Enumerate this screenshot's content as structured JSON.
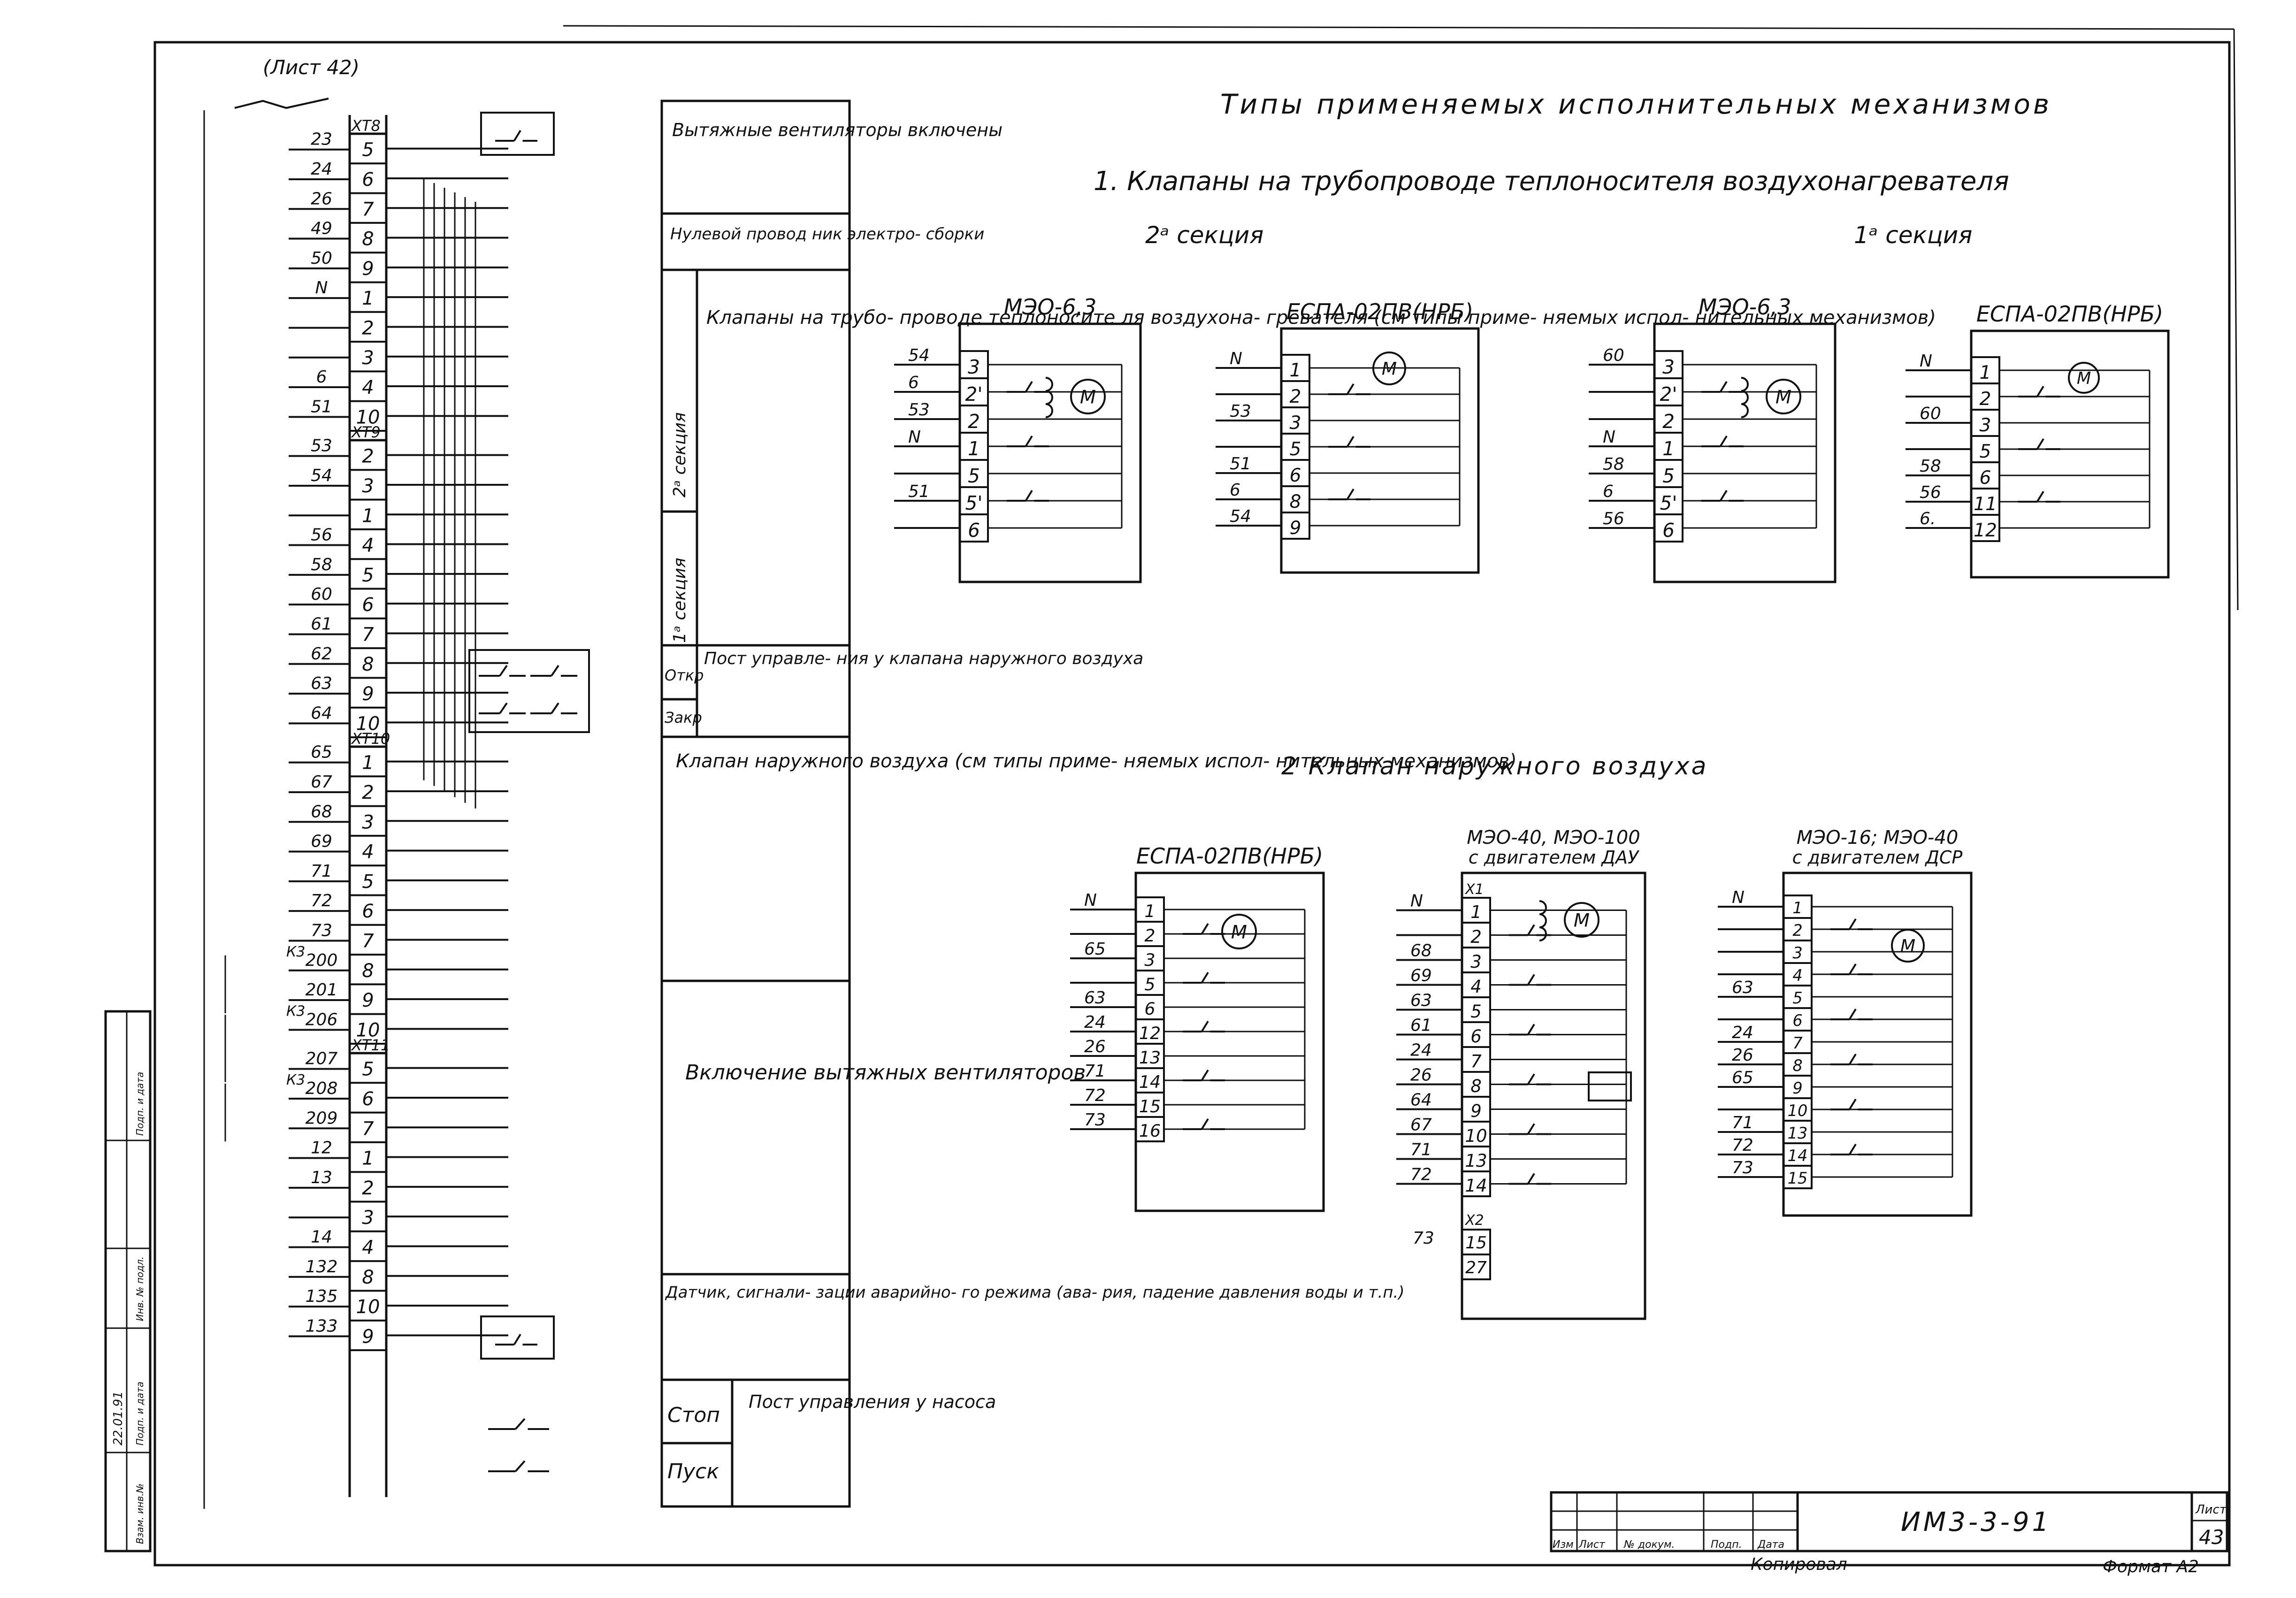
{
  "sheet_ref": "(Лист 42)",
  "title": "Типы применяемых исполнительных механизмов",
  "section1": {
    "title": "1. Клапаны на трубопроводе теплоносителя воздухонагревателя",
    "left_label": "2ᵃ секция",
    "right_label": "1ᵃ секция"
  },
  "section2": {
    "title": "2 Клапан наружного воздуха"
  },
  "blocks": {
    "b1": {
      "label": "МЭО-6,3",
      "terms": [
        "3",
        "2'",
        "2",
        "1",
        "5",
        "5'",
        "6"
      ],
      "wires": [
        "54",
        "6",
        "53",
        "N",
        "",
        "51",
        ""
      ]
    },
    "b2": {
      "label": "ЕСПА-02ПВ(НРБ)",
      "terms": [
        "1",
        "2",
        "3",
        "5",
        "6",
        "8",
        "9"
      ],
      "wires": [
        "N",
        "",
        "53",
        "",
        "51",
        "6",
        "54"
      ]
    },
    "b3": {
      "label": "МЭО-6,3",
      "terms": [
        "3",
        "2'",
        "2",
        "1",
        "5",
        "5'",
        "6"
      ],
      "wires": [
        "60",
        "",
        "",
        "N",
        "58",
        "6",
        "56"
      ]
    },
    "b4": {
      "label": "ЕСПА-02ПВ(НРБ)",
      "terms": [
        "1",
        "2",
        "3",
        "5",
        "6",
        "11",
        "12"
      ],
      "wires": [
        "N",
        "",
        "60",
        "",
        "58",
        "56",
        "6."
      ]
    },
    "b5": {
      "label": "ЕСПА-02ПВ(НРБ)",
      "terms": [
        "1",
        "2",
        "3",
        "5",
        "6",
        "12",
        "13",
        "14",
        "15",
        "16"
      ],
      "wires": [
        "N",
        "",
        "65",
        "",
        "63",
        "24",
        "26",
        "71",
        "72",
        "73"
      ]
    },
    "b6": {
      "label1": "МЭО-40, МЭО-100",
      "label2": "с двигателем ДАУ",
      "x1": "X1",
      "x2": "X2",
      "terms": [
        "1",
        "2",
        "3",
        "4",
        "5",
        "6",
        "7",
        "8",
        "9",
        "10",
        "13",
        "14"
      ],
      "wires": [
        "N",
        "",
        "68",
        "69",
        "63",
        "61",
        "24",
        "26",
        "64",
        "67",
        "71",
        "72"
      ],
      "terms2": [
        "15",
        "27"
      ],
      "wires2": [
        "73",
        ""
      ]
    },
    "b7": {
      "label1": "МЭО-16; МЭО-40",
      "label2": "с двигателем ДСР",
      "terms": [
        "1",
        "2",
        "3",
        "4",
        "5",
        "6",
        "7",
        "8",
        "9",
        "10",
        "13",
        "14",
        "15"
      ],
      "wires": [
        "N",
        "",
        "",
        "",
        "63",
        "",
        "24",
        "26",
        "65",
        "",
        "71",
        "72",
        "73"
      ]
    }
  },
  "strip": {
    "xt8": "XT8",
    "xt9": "XT9",
    "xt10": "XT10",
    "xt11": "XT11",
    "rows": [
      {
        "w": "23",
        "t": "5"
      },
      {
        "w": "24",
        "t": "6"
      },
      {
        "w": "26",
        "t": "7"
      },
      {
        "w": "49",
        "t": "8"
      },
      {
        "w": "50",
        "t": "9"
      },
      {
        "w": "N",
        "t": "1"
      },
      {
        "w": "",
        "t": "2"
      },
      {
        "w": "",
        "t": "3"
      },
      {
        "w": "6",
        "t": "4"
      },
      {
        "w": "51",
        "t": "10"
      },
      {
        "w": "53",
        "t": "2"
      },
      {
        "w": "54",
        "t": "3"
      },
      {
        "w": "",
        "t": "1"
      },
      {
        "w": "56",
        "t": "4"
      },
      {
        "w": "58",
        "t": "5"
      },
      {
        "w": "60",
        "t": "6"
      },
      {
        "w": "61",
        "t": "7"
      },
      {
        "w": "62",
        "t": "8"
      },
      {
        "w": "63",
        "t": "9"
      },
      {
        "w": "64",
        "t": "10"
      },
      {
        "w": "65",
        "t": "1"
      },
      {
        "w": "67",
        "t": "2"
      },
      {
        "w": "68",
        "t": "3"
      },
      {
        "w": "69",
        "t": "4"
      },
      {
        "w": "71",
        "t": "5"
      },
      {
        "w": "72",
        "t": "6"
      },
      {
        "w": "73",
        "t": "7"
      },
      {
        "w": "200",
        "t": "8"
      },
      {
        "w": "201",
        "t": "9"
      },
      {
        "w": "206",
        "t": "10"
      },
      {
        "w": "207",
        "t": "5"
      },
      {
        "w": "208",
        "t": "6"
      },
      {
        "w": "209",
        "t": "7"
      },
      {
        "w": "12",
        "t": "1"
      },
      {
        "w": "13",
        "t": "2"
      },
      {
        "w": "",
        "t": "3"
      },
      {
        "w": "14",
        "t": "4"
      },
      {
        "w": "132",
        "t": "8"
      },
      {
        "w": "135",
        "t": "10"
      },
      {
        "w": "133",
        "t": "9"
      }
    ],
    "k3": "К3"
  },
  "legend": {
    "c1": "Вытяжные вентиляторы включены",
    "c2": "Нулевой провод ник электро- сборки",
    "c3": "Клапаны на трубо- проводе теплоносите ля воздухона- гревателя (см типы приме- няемых испол- нительных механизмов)",
    "c3_side_a": "2ᵃ секция",
    "c3_side_b": "1ᵃ секция",
    "c4": "Пост управле- ния у клапана наружного воздуха",
    "c4_open": "Откр",
    "c4_close": "Закр",
    "c5": "Клапан наружного воздуха (см типы приме- няемых испол- нительных механизмов)",
    "c6": "Включение вытяжных вентиляторов",
    "c7": "Датчик, сигнали- зации аварийно- го режима (ава- рия, падение давления воды и т.п.)",
    "c8_stop": "Стоп",
    "c8_start": "Пуск",
    "c8": "Пост управления у насоса"
  },
  "stamp": {
    "doc_code": "ИМ3-3-91",
    "sheet_label": "Лист",
    "sheet_no": "43",
    "cols": [
      "Изм",
      "Лист",
      "№ докум.",
      "Подп.",
      "Дата"
    ],
    "copied": "Копировал",
    "format": "Формат А2",
    "side": [
      "Взам. инв.№",
      "Подп. и дата",
      "Инв. № подл.",
      "Подп. и дата"
    ],
    "side_sign": "22.01.91"
  }
}
